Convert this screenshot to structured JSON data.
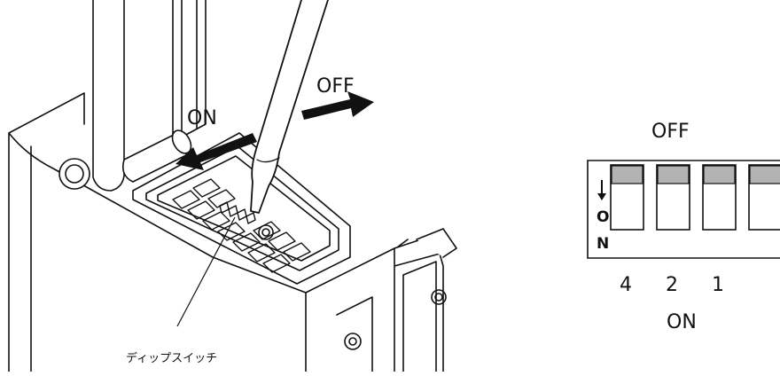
{
  "left_illustration": {
    "on_label": "ON",
    "off_label": "OFF",
    "callout_label": "ディップスイッチ"
  },
  "switch_panel": {
    "top_label": "OFF",
    "bottom_label": "ON",
    "side_marker": [
      "O",
      "N"
    ],
    "switch_numbers": [
      "4",
      "2",
      "1"
    ],
    "colors": {
      "knob": "#b3b3b3",
      "outline": "#111111",
      "background": "#ffffff"
    }
  }
}
